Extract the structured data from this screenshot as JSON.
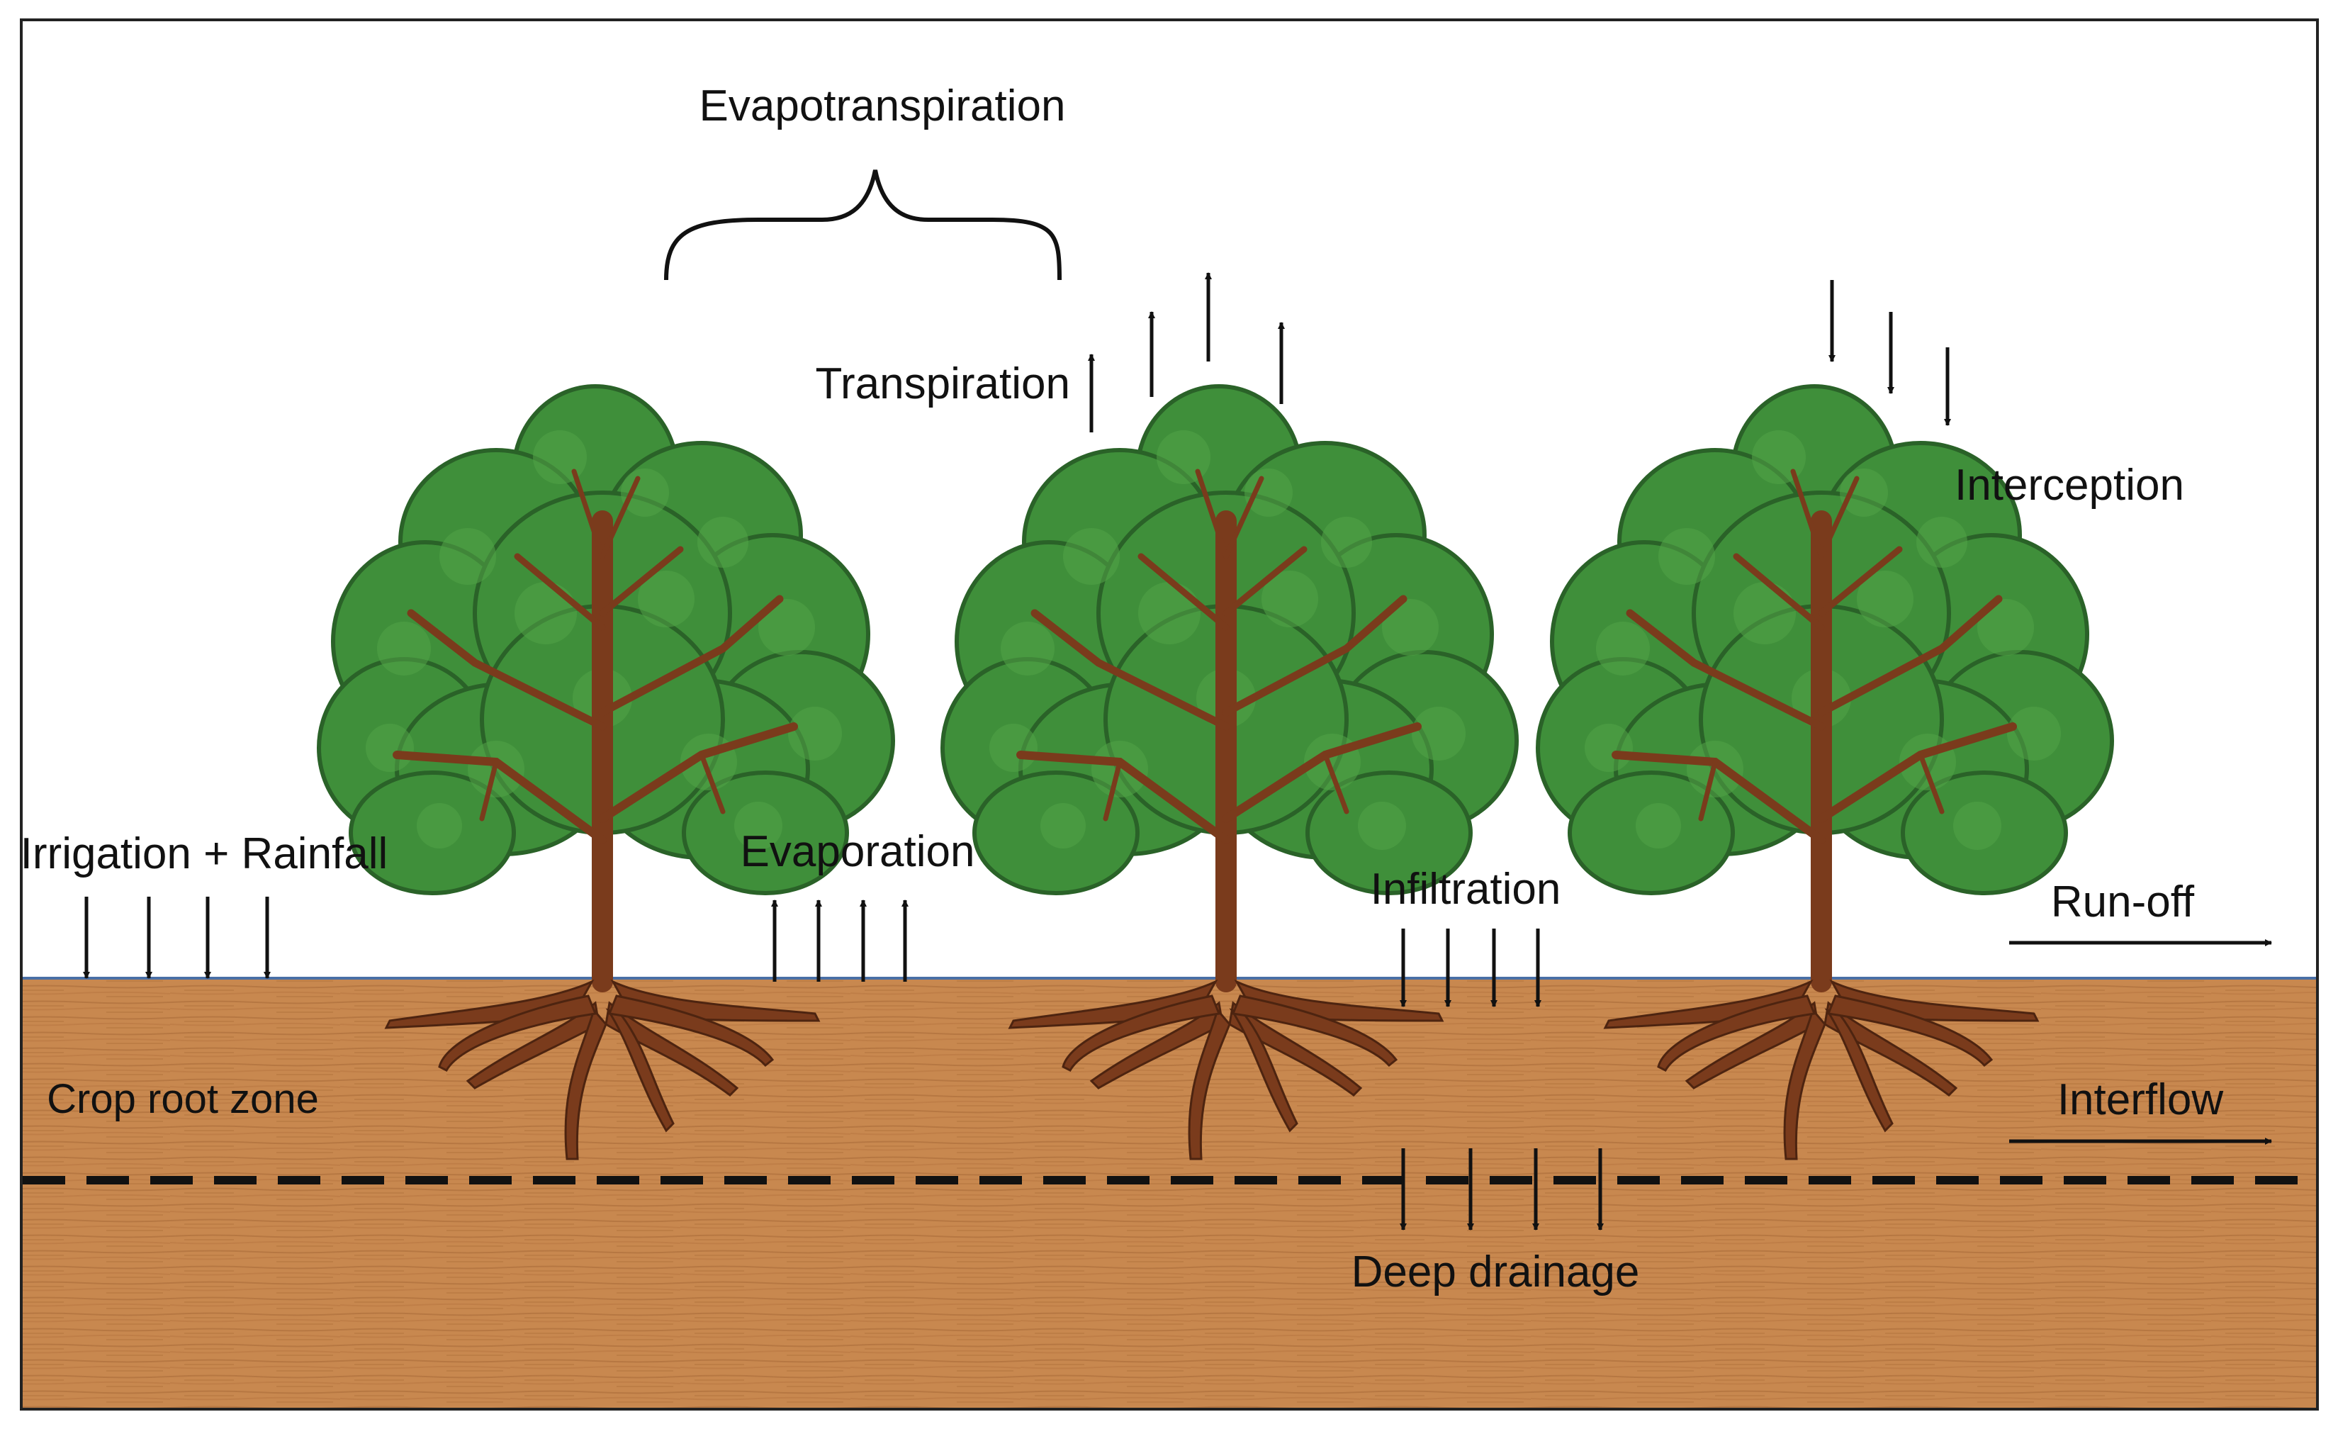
{
  "labels": {
    "evapotranspiration": "Evapotranspiration",
    "transpiration": "Transpiration",
    "interception": "Interception",
    "irrigation_rainfall": "Irrigation + Rainfall",
    "evaporation": "Evaporation",
    "infiltration": "Infiltration",
    "run_off": "Run-off",
    "crop_root_zone": "Crop root zone",
    "interflow": "Interflow",
    "deep_drainage": "Deep drainage"
  },
  "colors": {
    "soil": "#c8884f",
    "soil_grain": "#a86a36",
    "ground_line": "#4a6fa5",
    "trunk": "#7a3b1c",
    "foliage": "#3f8f3a",
    "foliage_dark": "#2a6228",
    "arrow": "#111111",
    "frame": "#222222"
  },
  "icons": {
    "tree": "tree-icon",
    "brace": "curly-brace-icon",
    "arrow_up": "arrow-up-icon",
    "arrow_down": "arrow-down-icon",
    "arrow_right": "arrow-right-icon"
  }
}
